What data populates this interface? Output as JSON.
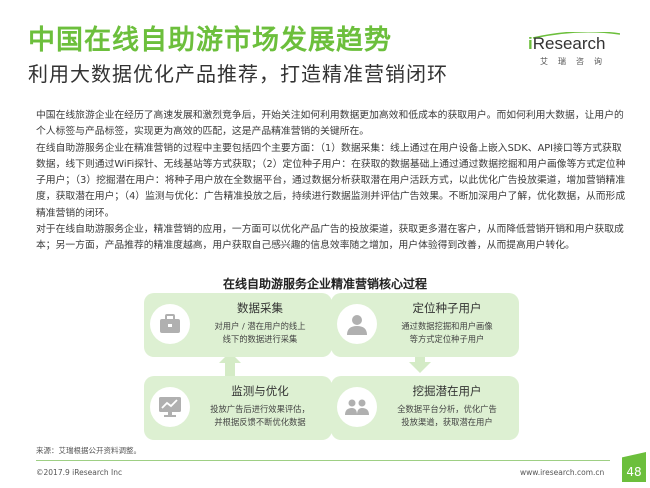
{
  "header": {
    "title": "中国在线自助游市场发展趋势",
    "subtitle": "利用大数据优化产品推荐，打造精准营销闭环"
  },
  "logo": {
    "brand_i": "i",
    "brand_rest": "Research",
    "brand_cn": "艾瑞咨询"
  },
  "body": {
    "paragraphs": [
      "中国在线旅游企业在经历了高速发展和激烈竞争后，开始关注如何利用数据更加高效和低成本的获取用户。而如何利用大数据，让用户的个人标签与产品标签，实现更为高效的匹配，这是产品精准营销的关键所在。",
      "在线自助游服务企业在精准营销的过程中主要包括四个主要方面：（1）数据采集：线上通过在用户设备上嵌入SDK、API接口等方式获取数据，线下则通过WiFi探针、无线基站等方式获取；（2）定位种子用户：在获取的数据基础上通过通过数据挖掘和用户画像等方式定位种子用户；（3）挖掘潜在用户：将种子用户放在全数据平台，通过数据分析获取潜在用户活跃方式，以此优化广告投放渠道，增加营销精准度，获取潜在用户；（4）监测与优化：广告精准投放之后，持续进行数据监测并评估广告效果。不断加深用户了解，优化数据，从而形成精准营销的闭环。",
      "对于在线自助游服务企业，精准营销的应用，一方面可以优化产品广告的投放渠道，获取更多潜在客户，从而降低营销开销和用户获取成本；另一方面，产品推荐的精准度越高，用户获取自己感兴趣的信息效率随之增加，用户体验得到改善，从而提高用户转化。"
    ]
  },
  "diagram": {
    "title": "在线自助游服务企业精准营销核心过程",
    "steps": [
      {
        "title": "数据采集",
        "desc_1": "对用户 / 潜在用户的线上",
        "desc_2": "线下的数据进行采集",
        "icon": "briefcase-icon"
      },
      {
        "title": "定位种子用户",
        "desc_1": "通过数据挖掘和用户画像",
        "desc_2": "等方式定位种子用户",
        "icon": "user-icon"
      },
      {
        "title": "挖掘潜在用户",
        "desc_1": "全数据平台分析，优化广告",
        "desc_2": "投放渠道，获取潜在用户",
        "icon": "users-group-icon"
      },
      {
        "title": "监测与优化",
        "desc_1": "投放广告后进行效果评估，",
        "desc_2": "并根据反馈不断优化数据",
        "icon": "monitor-chart-icon"
      }
    ]
  },
  "footer": {
    "source": "来源：艾瑞根据公开资料调整。",
    "copyright": "©2017.9 iResearch Inc",
    "website": "www.iresearch.com.cn",
    "page_number": "48"
  },
  "colors": {
    "accent": "#6cbf3c",
    "box_fill": "#ddf0d2",
    "arrow": "#d4ebc6",
    "icon": "#b0b0b0"
  }
}
